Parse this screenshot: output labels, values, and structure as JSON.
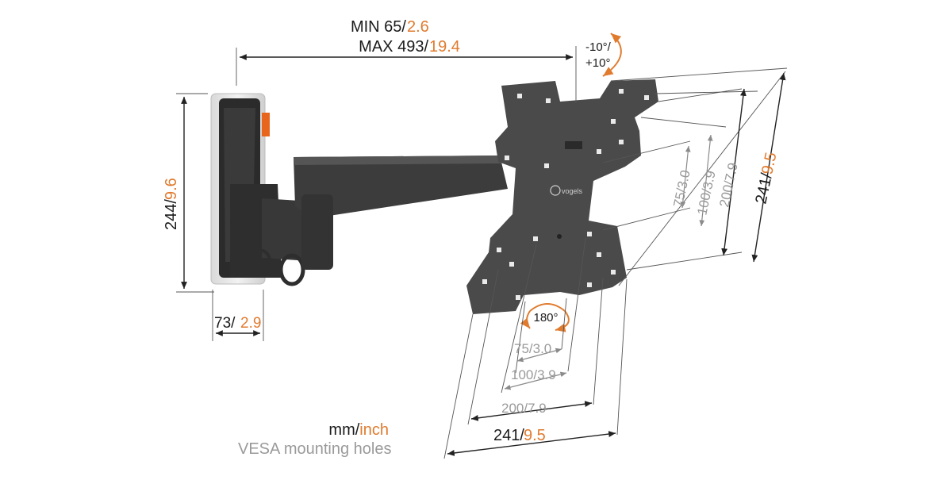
{
  "colors": {
    "accent": "#e07b2e",
    "text": "#1a1a1a",
    "vesa": "#9a9a9a",
    "bracket": "#3c3c3c"
  },
  "dims": {
    "min_label": "MIN 65/",
    "min_inch": "2.6",
    "max_label": "MAX 493/",
    "max_inch": "19.4",
    "tilt_minus": "-10°/",
    "tilt_plus": "+10°",
    "height_mm": "244/",
    "height_in": "9.6",
    "depth_mm": "73/",
    "depth_in": "2.9",
    "rotation": "180°",
    "plate_mm": "241/",
    "plate_in": "9.5"
  },
  "vesa_vertical": [
    "75/3.0",
    "100/3.9",
    "200/7.9"
  ],
  "vesa_horizontal": [
    "75/3.0",
    "100/3.9",
    "200/7.9"
  ],
  "brand_logo": "vogels",
  "legend": {
    "units_mm": "mm/",
    "units_inch": "inch",
    "vesa_label": "VESA mounting holes"
  }
}
